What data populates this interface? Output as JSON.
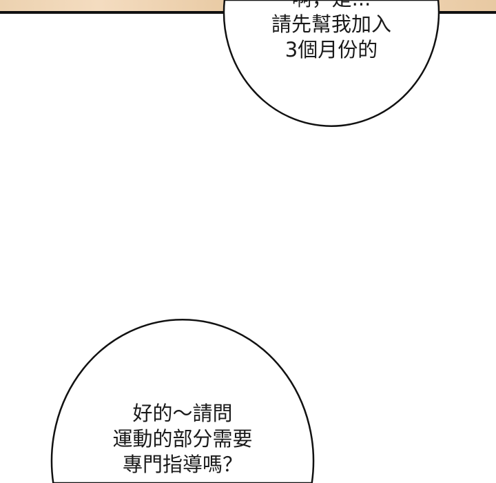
{
  "panel_top": {
    "background_color": "#ecd2b0",
    "border_color": "#111111"
  },
  "bubble_top": {
    "lines": [
      "啊，是...",
      "請先幫我加入",
      "3個月份的"
    ]
  },
  "bubble_bottom": {
    "lines": [
      "好的～請問",
      "運動的部分需要",
      "專門指導嗎？"
    ]
  }
}
